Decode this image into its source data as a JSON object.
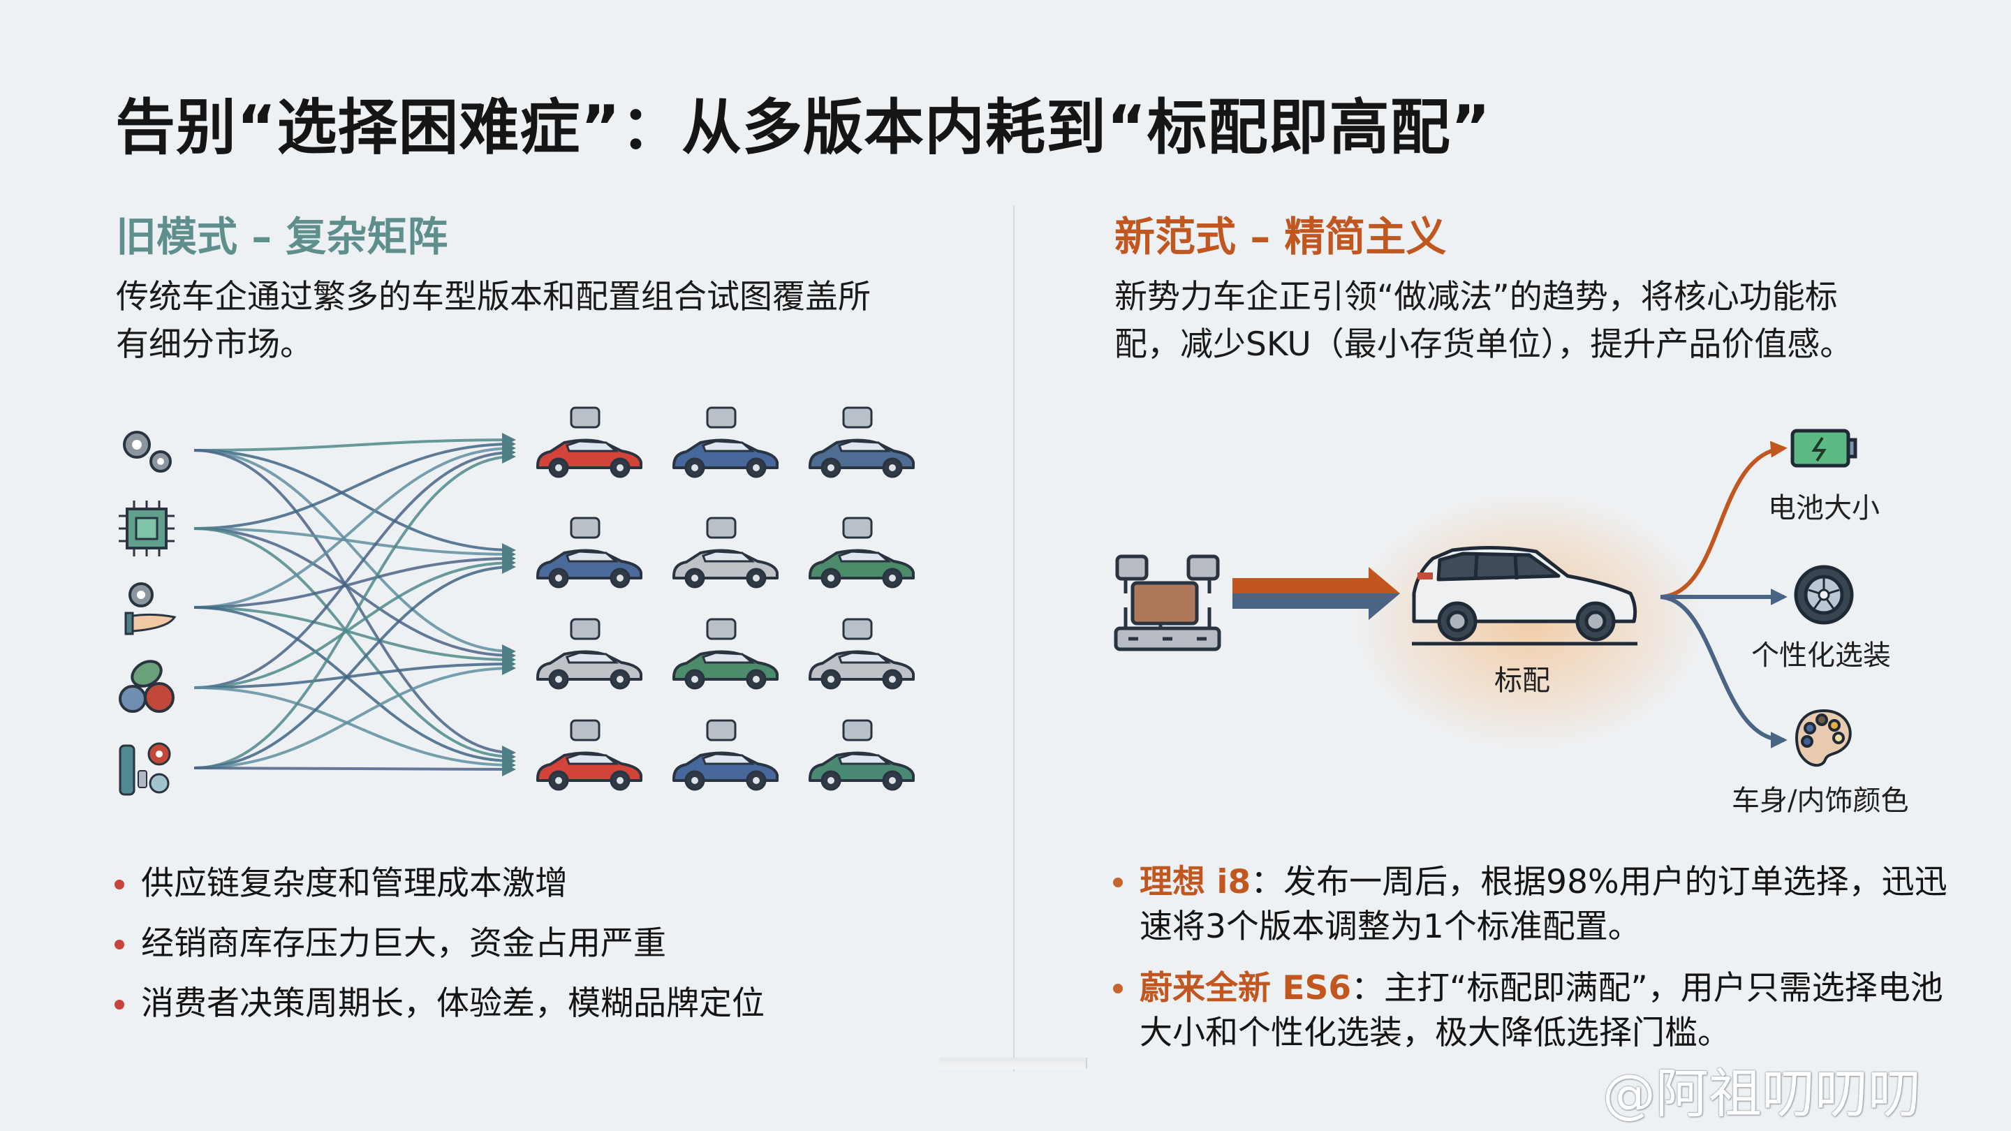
{
  "title": "告别“选择困难症”：从多版本内耗到“标配即高配”",
  "left": {
    "heading": "旧模式 – 复杂矩阵",
    "paragraph_lines": [
      "传统车企通过繁多的车型版本和配置组合试图覆盖所",
      "有细分市场。"
    ],
    "sources": [
      {
        "icon": "gears-icon"
      },
      {
        "icon": "chip-icon"
      },
      {
        "icon": "hand-gear-icon"
      },
      {
        "icon": "material-rolls-icon"
      },
      {
        "icon": "parts-icon"
      }
    ],
    "car_grid": [
      [
        {
          "feature": "engine-icon",
          "color": "#d2433a"
        },
        {
          "feature": "screen-icon",
          "color": "#47689a"
        },
        {
          "feature": "heated-seat-icon",
          "color": "#4f6d93"
        }
      ],
      [
        {
          "feature": "turbo-engine-icon",
          "color": "#4a6b99"
        },
        {
          "feature": "headlight-icon",
          "color": "#bfc3c7"
        },
        {
          "feature": "roof-icon",
          "color": "#4c8c6a"
        }
      ],
      [
        {
          "feature": "sunlight-icon",
          "color": "#bfc3c7"
        },
        {
          "feature": "wheel-icon",
          "color": "#4c8c6a"
        },
        {
          "feature": "gauge-icon",
          "color": "#bfc3c7"
        }
      ],
      [
        {
          "feature": "engine-icon",
          "color": "#d2433a"
        },
        {
          "feature": "seat-icon",
          "color": "#47689a"
        },
        {
          "feature": "seat-icon",
          "color": "#4a8a73"
        }
      ]
    ],
    "bullets": [
      "供应链复杂度和管理成本激增",
      "经销商库存压力巨大，资金占用严重",
      "消费者决策周期长，体验差，模糊品牌定位"
    ]
  },
  "right": {
    "heading": "新范式 – 精简主义",
    "paragraph_lines": [
      "新势力车企正引领“做减法”的趋势，将核心功能标",
      "配，减少SKU（最小存货单位），提升产品价值感。"
    ],
    "center_label": "标配",
    "options": [
      {
        "label": "电池大小",
        "icon": "battery-icon"
      },
      {
        "label": "个性化选装",
        "icon": "wheel-icon"
      },
      {
        "label": "车身/内饰颜色",
        "icon": "palette-icon"
      }
    ],
    "bullets": [
      {
        "brand": "理想 i8",
        "text": "：发布一周后，根据98%用户的订单选择，迅迅速将3个版本调整为1个标准配置。"
      },
      {
        "brand": "蔚来全新 ES6",
        "text": "：主打“标配即满配”，用户只需选择电池大小和个性化选装，极大降低选择门槛。"
      }
    ]
  },
  "watermark": "@阿祖叨叨叨",
  "colors": {
    "old_accent": "#5f8f8d",
    "new_accent": "#c2561f",
    "bullet_red": "#c9433a",
    "arrow_blue": "#4a6486",
    "arrow_teal": "#4f8a8a"
  }
}
